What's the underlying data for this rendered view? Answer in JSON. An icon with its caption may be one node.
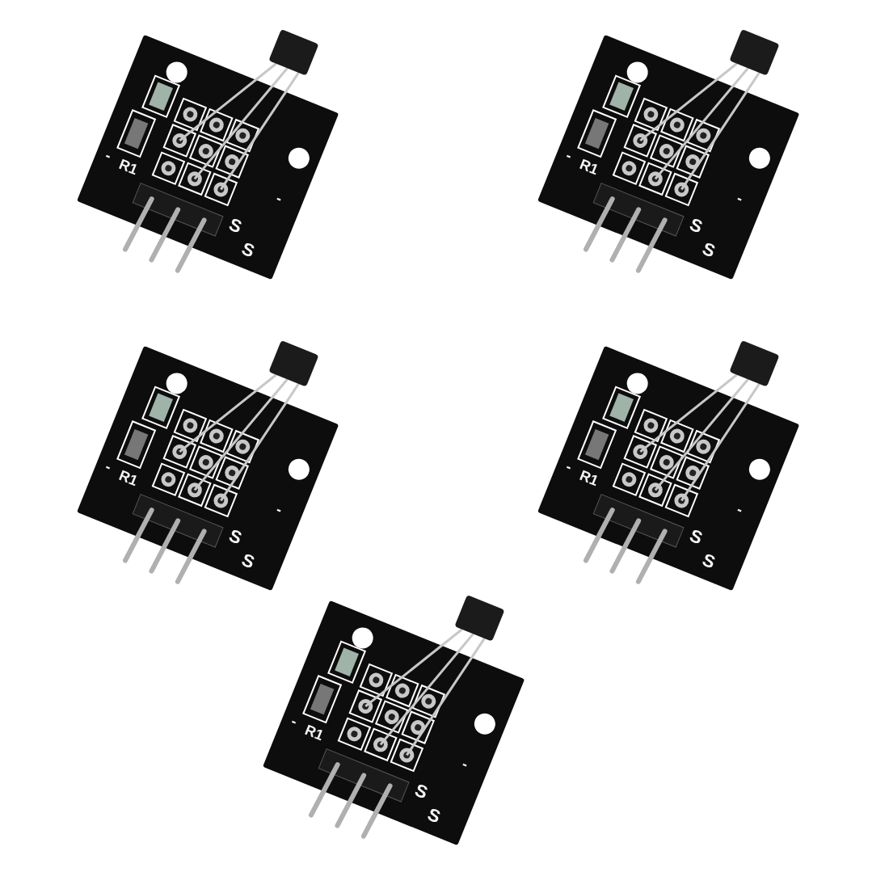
{
  "diagram": {
    "labels": [
      "-",
      "R1",
      "-",
      "S",
      "S",
      "-",
      "R1",
      "-",
      "S",
      "S",
      "-",
      "R1",
      "-",
      "S",
      "S",
      "-",
      "R1",
      "-",
      "S",
      "S",
      "-",
      "R1",
      "-",
      "S",
      "S"
    ]
  }
}
